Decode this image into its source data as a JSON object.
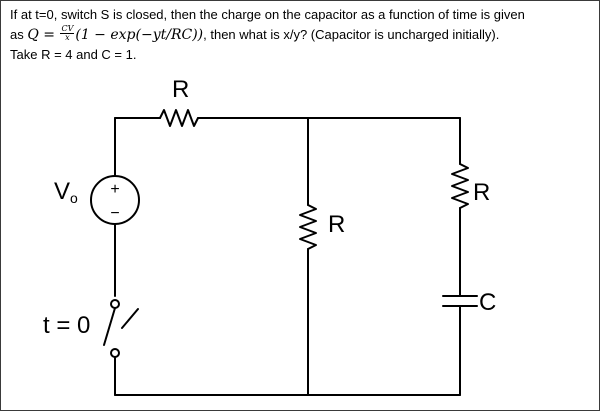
{
  "question": {
    "line1": "If at t=0, switch S is closed, then the charge on the capacitor as a function of time is given",
    "line2_prefix": "as ",
    "formula_lhs": "Q = ",
    "formula_frac_num": "CV",
    "formula_frac_den": "x",
    "formula_rest": "(1 − exp(−yt/RC))",
    "line2_suffix": ", then what is x/y? (Capacitor is uncharged initially).",
    "line3": "Take R = 4 and C = 1."
  },
  "circuit": {
    "resistor_top_label": "R",
    "resistor_middle_label": "R",
    "resistor_right_label": "R",
    "capacitor_label": "C",
    "source_label": "V",
    "source_label_sub": "o",
    "source_plus": "+",
    "source_minus": "−",
    "switch_label": "t = 0"
  }
}
